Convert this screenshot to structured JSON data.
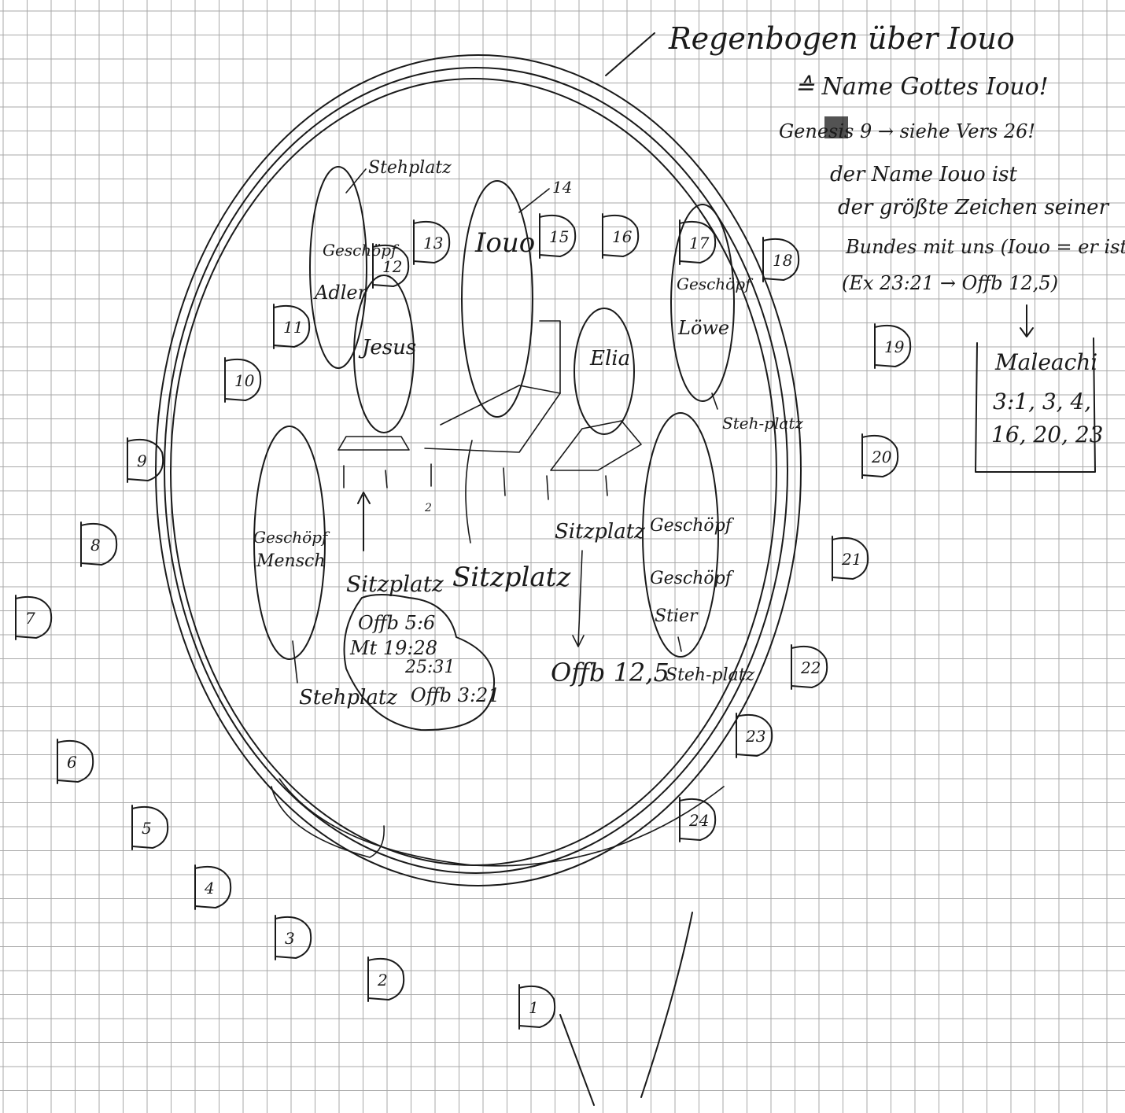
{
  "grid_color": "#a9a9a9",
  "ink_color": "#1a1a1a",
  "paper_color": "#ffffff",
  "notes": {
    "line1": "Regenbogen über Iouo",
    "line2": "≙ Name Gottes Iouo!",
    "line3": "Genesis 9 → siehe Vers 26!",
    "line4": "der Name Iouo ist",
    "line5": "der größte Zeichen seiner",
    "line6": "Bundes mit uns (Iouo = er ist (da))",
    "line7": "(Ex 23:21 → Offb 12,5)"
  },
  "reference_box": {
    "line1": "Maleachi",
    "line2": "3:1, 3, 4,",
    "line3": "16, 20, 23"
  },
  "center": {
    "iouo": "Iouo",
    "iouo_num": "14",
    "jesus": "Jesus",
    "elia": "Elia",
    "adler": "Adler",
    "loewe": "Löwe",
    "mensch": "Mensch",
    "stier": "Stier",
    "geschoepf_1": "Geschöpf",
    "geschoepf_2": "Geschöpf",
    "geschoepf_3": "Geschöpf",
    "geschoepf_4": "Geschöpf",
    "geschoepf_5": "Geschöpf",
    "stehplatz_1": "Stehplatz",
    "stehplatz_2": "Steh-platz",
    "stehplatz_3": "Stehplatz",
    "stehplatz_4": "Steh-platz",
    "sitzplatz_1": "Sitzplatz",
    "sitzplatz_2": "Sitzplatz",
    "sitzplatz_3": "Sitzplatz",
    "offb_12_5": "Offb 12,5",
    "bubble_1": "Offb 5:6",
    "bubble_2": "Mt 19:28",
    "bubble_3": "25:31",
    "bubble_4": "Offb 3:21",
    "tick_2": "2"
  },
  "seats": [
    "1",
    "2",
    "3",
    "4",
    "5",
    "6",
    "7",
    "8",
    "9",
    "10",
    "11",
    "12",
    "13",
    "14",
    "15",
    "16",
    "17",
    "18",
    "19",
    "20",
    "21",
    "22",
    "23",
    "24"
  ]
}
